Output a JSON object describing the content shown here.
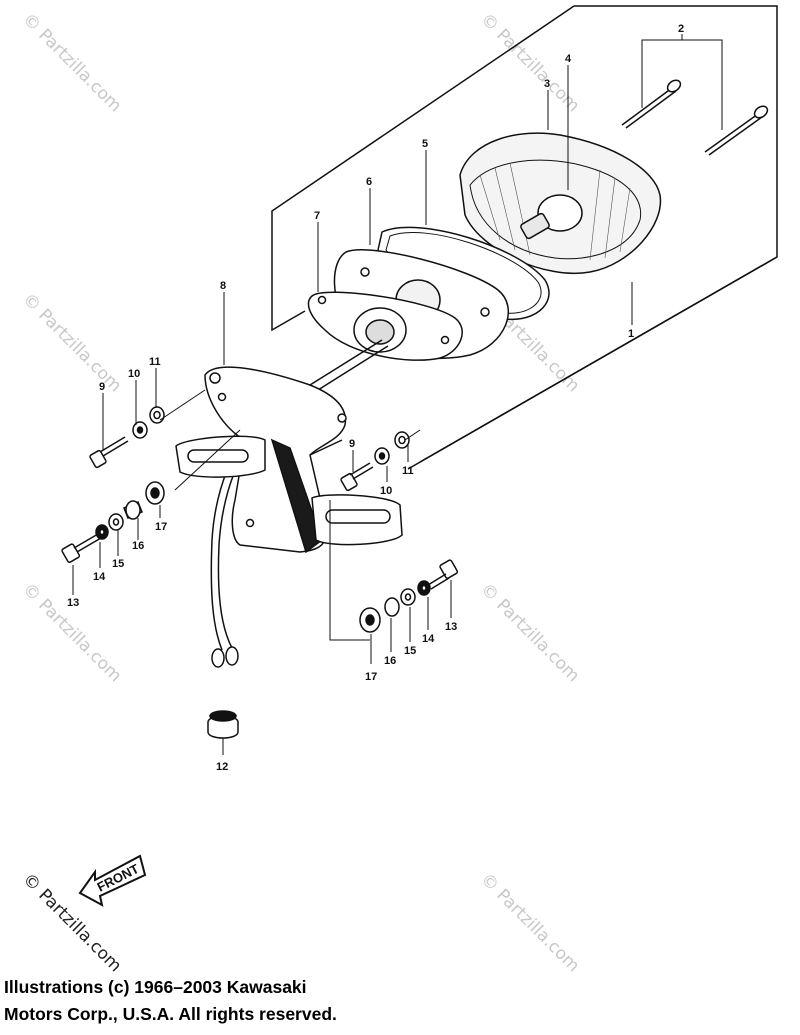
{
  "callouts": {
    "c1": "1",
    "c2": "2",
    "c3": "3",
    "c4": "4",
    "c5": "5",
    "c6": "6",
    "c7": "7",
    "c8": "8",
    "c9a": "9",
    "c10a": "10",
    "c11a": "11",
    "c9b": "9",
    "c10b": "10",
    "c11b": "11",
    "c12": "12",
    "c13a": "13",
    "c14a": "14",
    "c15a": "15",
    "c16a": "16",
    "c17a": "17",
    "c13b": "13",
    "c14b": "14",
    "c15b": "15",
    "c16b": "16",
    "c17b": "17"
  },
  "front_label": "FRONT",
  "watermark": "© Partzilla.com",
  "copyright": {
    "line1": "Illustrations (c) 1966–2003 Kawasaki",
    "line2": "Motors Corp., U.S.A.  All rights reserved."
  },
  "colors": {
    "ink": "#111111",
    "watermark": "#c8c8c8",
    "shade": "#1a1a1a"
  }
}
